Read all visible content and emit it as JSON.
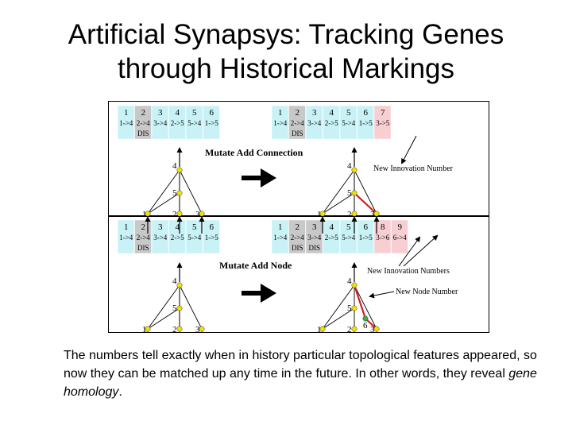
{
  "slide": {
    "title_line1": "Artificial Synapsys: Tracking Genes",
    "title_line2": "through Historical Markings"
  },
  "caption": {
    "part1": "The numbers tell exactly when in history particular topological features appeared, so now they can be matched up any time in the future. In other words, they reveal ",
    "emphasis": "gene homology",
    "part2": "."
  },
  "diagram": {
    "top_panel": {
      "action_label": "Mutate Add Connection",
      "left_genome": [
        {
          "innov": "1",
          "conn": "1->4",
          "dis": ""
        },
        {
          "innov": "2",
          "conn": "2->4",
          "dis": "DIS"
        },
        {
          "innov": "3",
          "conn": "3->4",
          "dis": ""
        },
        {
          "innov": "4",
          "conn": "2->5",
          "dis": ""
        },
        {
          "innov": "5",
          "conn": "5->4",
          "dis": ""
        },
        {
          "innov": "6",
          "conn": "1->5",
          "dis": ""
        }
      ],
      "right_genome": [
        {
          "innov": "1",
          "conn": "1->4",
          "dis": ""
        },
        {
          "innov": "2",
          "conn": "2->4",
          "dis": "DIS"
        },
        {
          "innov": "3",
          "conn": "3->4",
          "dis": ""
        },
        {
          "innov": "4",
          "conn": "2->5",
          "dis": ""
        },
        {
          "innov": "5",
          "conn": "5->4",
          "dis": ""
        },
        {
          "innov": "6",
          "conn": "1->5",
          "dis": ""
        },
        {
          "innov": "7",
          "conn": "3->5",
          "dis": ""
        }
      ],
      "annotation": "New Innovation Number"
    },
    "bottom_panel": {
      "action_label": "Mutate Add Node",
      "left_genome": [
        {
          "innov": "1",
          "conn": "1->4",
          "dis": ""
        },
        {
          "innov": "2",
          "conn": "2->4",
          "dis": "DIS"
        },
        {
          "innov": "3",
          "conn": "3->4",
          "dis": ""
        },
        {
          "innov": "4",
          "conn": "2->5",
          "dis": ""
        },
        {
          "innov": "5",
          "conn": "5->4",
          "dis": ""
        },
        {
          "innov": "6",
          "conn": "1->5",
          "dis": ""
        }
      ],
      "right_genome": [
        {
          "innov": "1",
          "conn": "1->4",
          "dis": ""
        },
        {
          "innov": "2",
          "conn": "2->4",
          "dis": "DIS"
        },
        {
          "innov": "3",
          "conn": "3->4",
          "dis": "DIS"
        },
        {
          "innov": "4",
          "conn": "2->5",
          "dis": ""
        },
        {
          "innov": "5",
          "conn": "5->4",
          "dis": ""
        },
        {
          "innov": "6",
          "conn": "1->5",
          "dis": ""
        },
        {
          "innov": "8",
          "conn": "3->6",
          "dis": ""
        },
        {
          "innov": "9",
          "conn": "6->4",
          "dis": ""
        }
      ],
      "annotation_innov": "New Innovation Numbers",
      "annotation_node": "New Node Number"
    },
    "node_labels": {
      "n1": "1",
      "n2": "2",
      "n3": "3",
      "n4": "4",
      "n5": "5",
      "n6": "6"
    },
    "colors": {
      "gene_normal": "#c8f2f6",
      "gene_disabled": "#c8c8c8",
      "gene_new": "#f7cfd3",
      "node_yellow": "#f2e200",
      "node_green": "#3bb04a",
      "new_link": "#d21f1f",
      "frame": "#000000"
    }
  }
}
